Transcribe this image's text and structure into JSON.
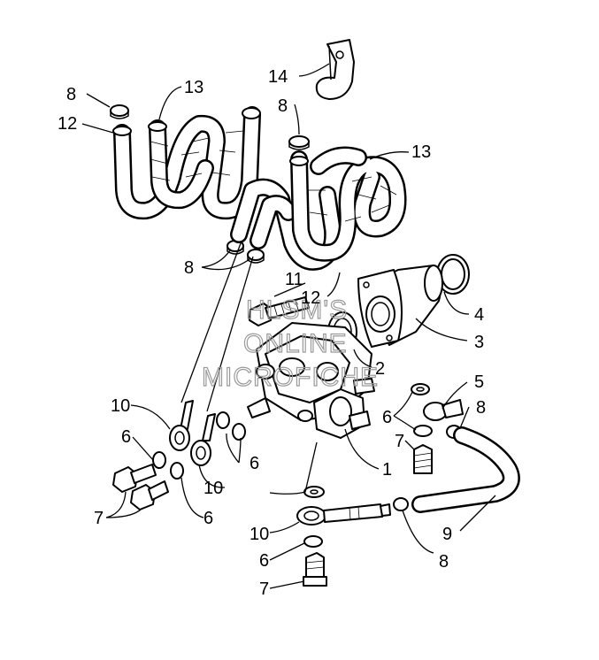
{
  "watermark": {
    "line1": "HLSM'S",
    "line2": "ONLINE",
    "line3": "MICROFICHE"
  },
  "callouts": [
    {
      "id": "c14",
      "label": "14"
    },
    {
      "id": "c8a",
      "label": "8"
    },
    {
      "id": "c13a",
      "label": "13"
    },
    {
      "id": "c12a",
      "label": "12"
    },
    {
      "id": "c8b",
      "label": "8"
    },
    {
      "id": "c13b",
      "label": "13"
    },
    {
      "id": "c8c",
      "label": "8"
    },
    {
      "id": "c11",
      "label": "11"
    },
    {
      "id": "c12b",
      "label": "12"
    },
    {
      "id": "c4",
      "label": "4"
    },
    {
      "id": "c3",
      "label": "3"
    },
    {
      "id": "c2",
      "label": "2"
    },
    {
      "id": "c5",
      "label": "5"
    },
    {
      "id": "c8d",
      "label": "8"
    },
    {
      "id": "c6a",
      "label": "6"
    },
    {
      "id": "c7a",
      "label": "7"
    },
    {
      "id": "c1",
      "label": "1"
    },
    {
      "id": "c10a",
      "label": "10"
    },
    {
      "id": "c6b",
      "label": "6"
    },
    {
      "id": "c6c",
      "label": "6"
    },
    {
      "id": "c10b",
      "label": "10"
    },
    {
      "id": "c7b",
      "label": "7"
    },
    {
      "id": "c6d",
      "label": "6"
    },
    {
      "id": "c10c",
      "label": "10"
    },
    {
      "id": "c9",
      "label": "9"
    },
    {
      "id": "c6e",
      "label": "6"
    },
    {
      "id": "c8e",
      "label": "8"
    },
    {
      "id": "c7c",
      "label": "7"
    }
  ]
}
